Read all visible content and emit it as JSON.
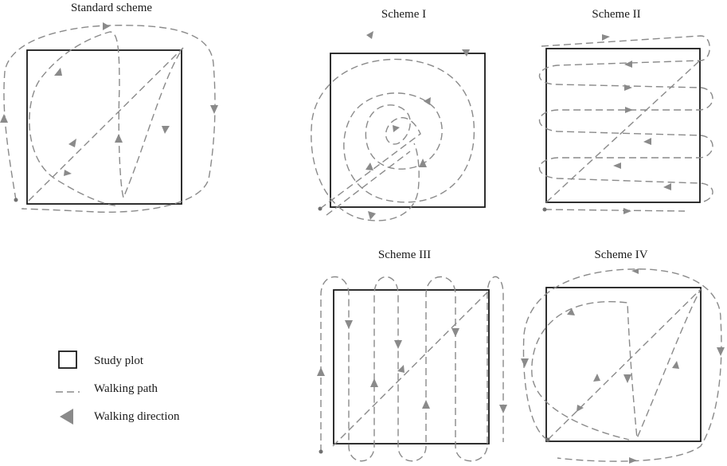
{
  "titles": {
    "standard": "Standard scheme",
    "scheme1": "Scheme I",
    "scheme2": "Scheme II",
    "scheme3": "Scheme III",
    "scheme4": "Scheme IV"
  },
  "legend": {
    "plot_label": "Study plot",
    "path_label": "Walking path",
    "direction_label": "Walking direction"
  },
  "colors": {
    "plot": "#1a1a1a",
    "path": "#8a8a8a",
    "arrow": "#8a8a8a"
  }
}
